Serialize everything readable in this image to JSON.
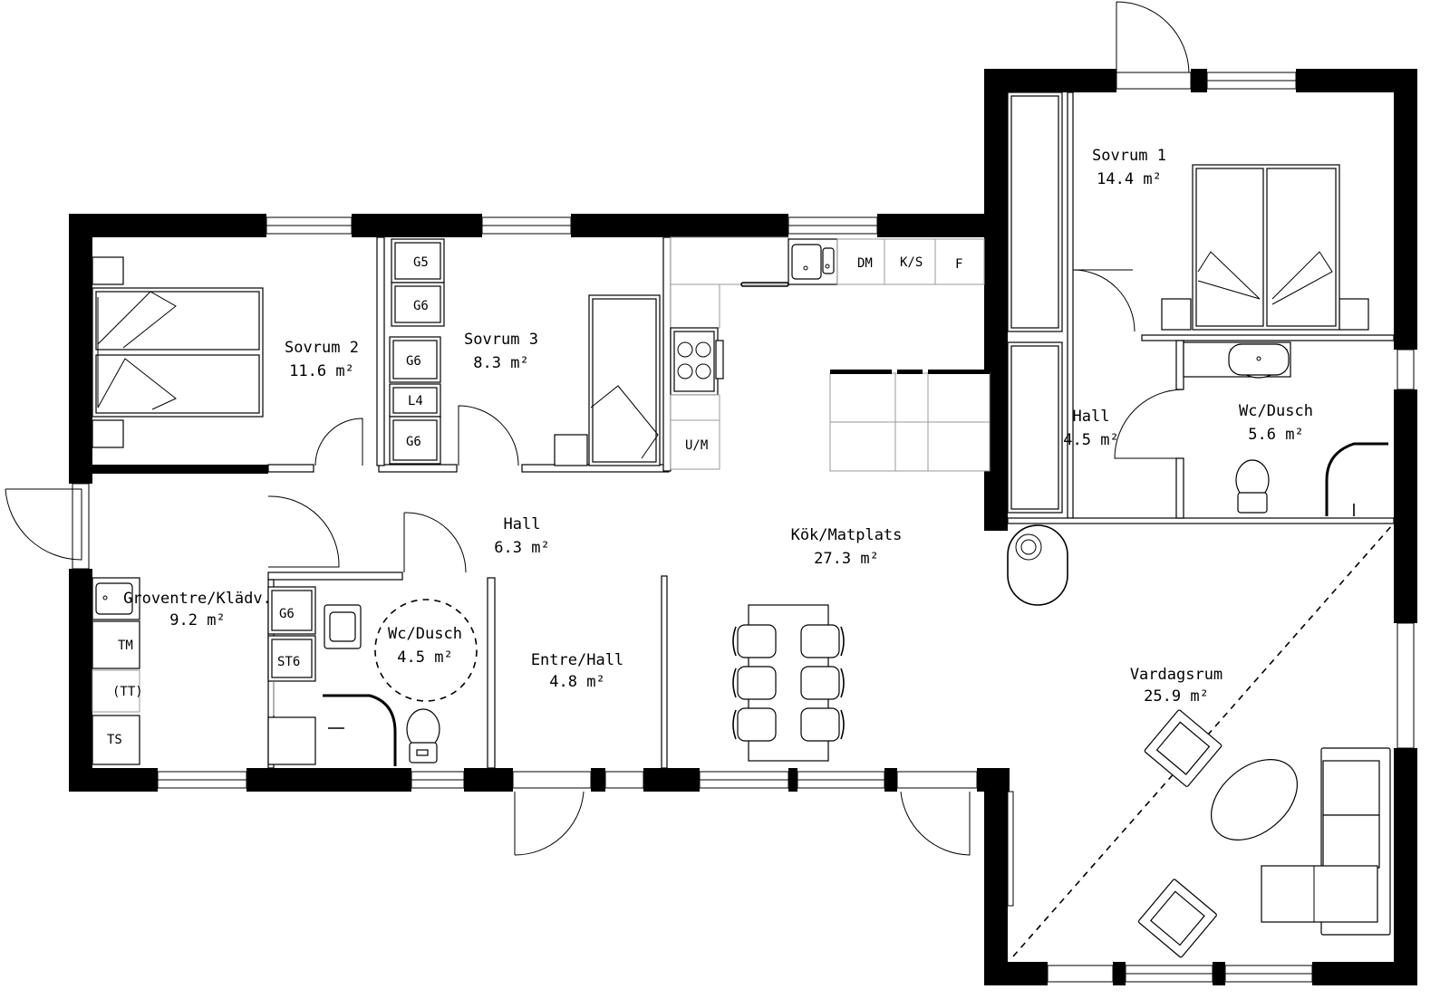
{
  "plan": {
    "rooms": [
      {
        "id": "sovrum2",
        "name": "Sovrum 2",
        "area": "11.6 m²"
      },
      {
        "id": "sovrum3",
        "name": "Sovrum 3",
        "area": "8.3 m²"
      },
      {
        "id": "sovrum1",
        "name": "Sovrum 1",
        "area": "14.4 m²"
      },
      {
        "id": "hall_center",
        "name": "Hall",
        "area": "6.3 m²"
      },
      {
        "id": "kok",
        "name": "Kök/Matplats",
        "area": "27.3 m²"
      },
      {
        "id": "groventre",
        "name": "Groventre/Klädv.",
        "area": "9.2 m²"
      },
      {
        "id": "wc1",
        "name": "Wc/Dusch",
        "area": "4.5 m²"
      },
      {
        "id": "entre",
        "name": "Entre/Hall",
        "area": "4.8 m²"
      },
      {
        "id": "hall_right",
        "name": "Hall",
        "area": "4.5 m²"
      },
      {
        "id": "wc2",
        "name": "Wc/Dusch",
        "area": "5.6 m²"
      },
      {
        "id": "vardagsrum",
        "name": "Vardagsrum",
        "area": "25.9 m²"
      }
    ],
    "fixtures": {
      "g5": "G5",
      "g6_a": "G6",
      "g6_b": "G6",
      "l4": "L4",
      "g6_c": "G6",
      "dm": "DM",
      "ks": "K/S",
      "f": "F",
      "um": "U/M",
      "g6_d": "G6",
      "st6": "ST6",
      "tm": "TM",
      "tt": "(TT)",
      "ts": "TS"
    }
  }
}
